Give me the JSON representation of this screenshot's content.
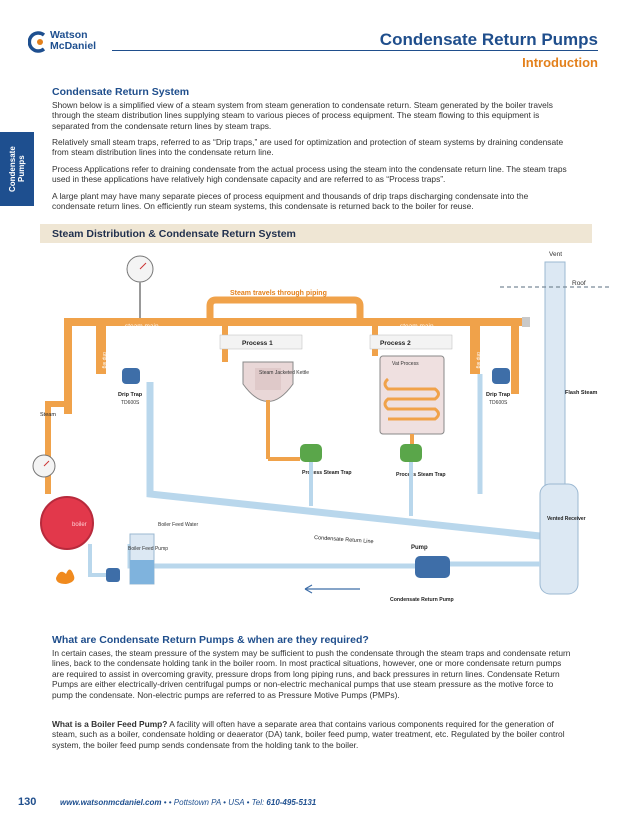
{
  "header": {
    "brand_line1": "Watson",
    "brand_line2": "McDaniel",
    "title": "Condensate Return Pumps",
    "subtitle": "Introduction",
    "side_tab_line1": "Condensate",
    "side_tab_line2": "Pumps"
  },
  "intro": {
    "heading": "Condensate Return System",
    "p1": "Shown below is a simplified view of a steam system from steam generation to condensate return. Steam generated by the boiler travels through the steam distribution lines supplying steam to various pieces of process equipment. The steam flowing to this equipment is separated from the condensate return lines by steam traps.",
    "p2": "Relatively small steam traps, referred to as “Drip traps,” are used for optimization and protection of steam systems by draining condensate from steam distribution lines into the condensate return line.",
    "p3": "Process Applications refer to draining condensate from the actual process using the steam into the condensate return line. The steam traps used in these applications have relatively high condensate capacity and are referred to as “Process traps”.",
    "p4": "A large plant may have many separate pieces of process equipment and thousands of drip traps discharging condensate into the condensate return lines. On efficiently run steam systems, this condensate is returned back to the boiler for reuse."
  },
  "diagram": {
    "title": "Steam Distribution & Condensate Return System",
    "labels": {
      "vent": "Vent",
      "roof": "Roof",
      "steam_travels": "Steam travels through piping",
      "steam_main_left": "steam main",
      "steam_main_right": "steam main",
      "drip_leg": "drip leg",
      "process1": "Process 1",
      "process2": "Process 2",
      "kettle": "Steam Jacketed Kettle",
      "vat": "Vat Process",
      "drip_trap": "Drip Trap",
      "drip_trap_model": "TD600S",
      "flash_steam": "Flash Steam",
      "steam": "Steam",
      "process_steam_trap": "Process Steam Trap",
      "vented_receiver": "Vented Receiver",
      "boiler": "boiler",
      "boiler_feed_water": "Boiler Feed Water",
      "boiler_feed_pump": "Boiler Feed Pump",
      "condensate_return_line": "Condensate Return Line",
      "pump": "Pump",
      "condensate_return_pump": "Condensate Return Pump"
    }
  },
  "section2": {
    "heading": "What are Condensate Return Pumps & when are they required?",
    "p1": "In certain cases, the steam pressure of the system may be sufficient to push the condensate through the steam traps and condensate return lines, back to the condensate holding tank in the boiler room. In most practical situations, however, one or more condensate return pumps are required to assist in overcoming gravity, pressure drops from long piping runs, and back pressures in return lines. Condensate Return Pumps are either electrically-driven centrifugal pumps or non-electric mechanical pumps that use steam pressure as the motive force to pump the condensate. Non-electric pumps are referred to as Pressure Motive Pumps (PMPs).",
    "q_label": "What is a Boiler Feed Pump?",
    "q_text": " A facility will often have a separate area that contains various components required for the generation of steam, such as a boiler, condensate holding or deaerator (DA) tank, boiler feed pump, water treatment, etc. Regulated by the boiler control system, the boiler feed pump sends condensate from the holding tank to the boiler."
  },
  "footer": {
    "page_number": "130",
    "website": "www.watsonmcdaniel.com",
    "sep1": " • • ",
    "location": "Pottstown PA",
    "sep2": " • ",
    "country": "USA",
    "sep3": " • ",
    "tel_label": "Tel: ",
    "tel": "610-495-5131"
  },
  "colors": {
    "brand_blue": "#1f4e8c",
    "accent_orange": "#e3801b",
    "steam_pipe": "#f0a24a",
    "condensate_pipe": "#b9d7ec",
    "boiler_red": "#e2384b",
    "trap_green": "#5aa64a"
  }
}
